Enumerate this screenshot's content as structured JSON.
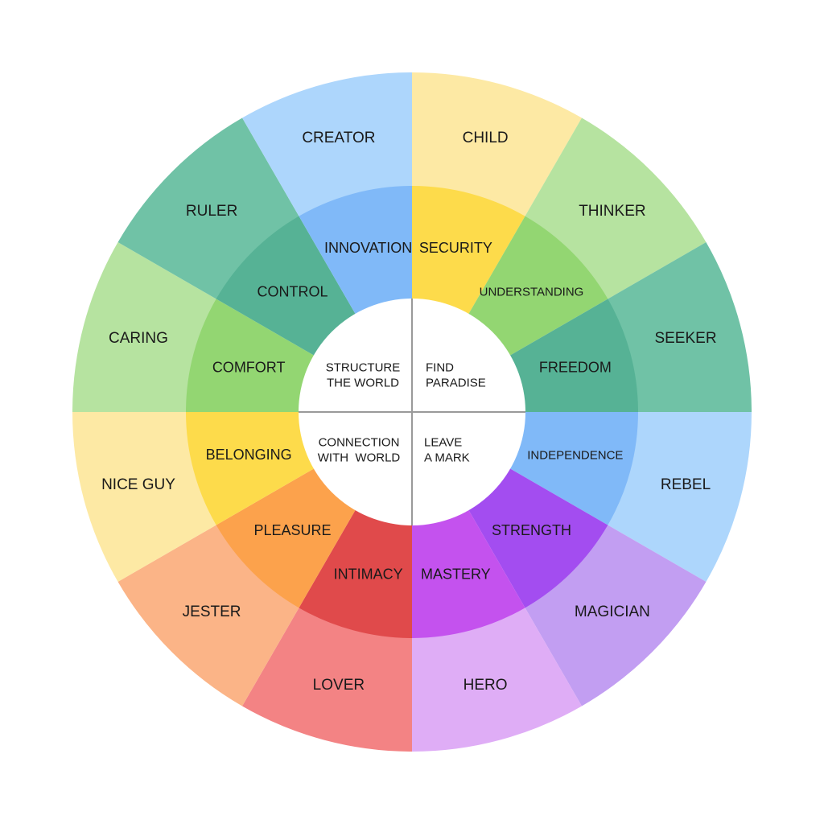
{
  "outer_ring": [
    {
      "label": "CHILD",
      "color": "#FDE9A4"
    },
    {
      "label": "THINKER",
      "color": "#B6E3A0"
    },
    {
      "label": "SEEKER",
      "color": "#70C2A6"
    },
    {
      "label": "REBEL",
      "color": "#ADD6FC"
    },
    {
      "label": "MAGICIAN",
      "color": "#C29EF2"
    },
    {
      "label": "HERO",
      "color": "#DFADF6"
    },
    {
      "label": "LOVER",
      "color": "#F38384"
    },
    {
      "label": "JESTER",
      "color": "#FBB487"
    },
    {
      "label": "NICE GUY",
      "color": "#FDE9A4"
    },
    {
      "label": "CARING",
      "color": "#B6E3A0"
    },
    {
      "label": "RULER",
      "color": "#70C2A6"
    },
    {
      "label": "CREATOR",
      "color": "#ADD6FC"
    }
  ],
  "inner_ring": [
    {
      "label": "SECURITY",
      "color": "#FDDB4B"
    },
    {
      "label": "UNDERSTANDING",
      "color": "#93D672"
    },
    {
      "label": "FREEDOM",
      "color": "#56B295"
    },
    {
      "label": "INDEPENDENCE",
      "color": "#80B9F8"
    },
    {
      "label": "STRENGTH",
      "color": "#A34DF0"
    },
    {
      "label": "MASTERY",
      "color": "#C452EE"
    },
    {
      "label": "INTIMACY",
      "color": "#E04A4B"
    },
    {
      "label": "PLEASURE",
      "color": "#FCA24C"
    },
    {
      "label": "BELONGING",
      "color": "#FDDB4B"
    },
    {
      "label": "COMFORT",
      "color": "#93D672"
    },
    {
      "label": "CONTROL",
      "color": "#56B295"
    },
    {
      "label": "INNOVATION",
      "color": "#80B9F8"
    }
  ],
  "center": [
    {
      "lines": [
        "FIND",
        "PARADISE"
      ]
    },
    {
      "lines": [
        "LEAVE",
        "A MARK"
      ]
    },
    {
      "lines": [
        "CONNECTION",
        "WITH  WORLD"
      ]
    },
    {
      "lines": [
        "STRUCTURE",
        "THE WORLD"
      ]
    }
  ],
  "colors": {
    "center_fill": "#FFFFFF",
    "divider": "#9A9A9A"
  }
}
